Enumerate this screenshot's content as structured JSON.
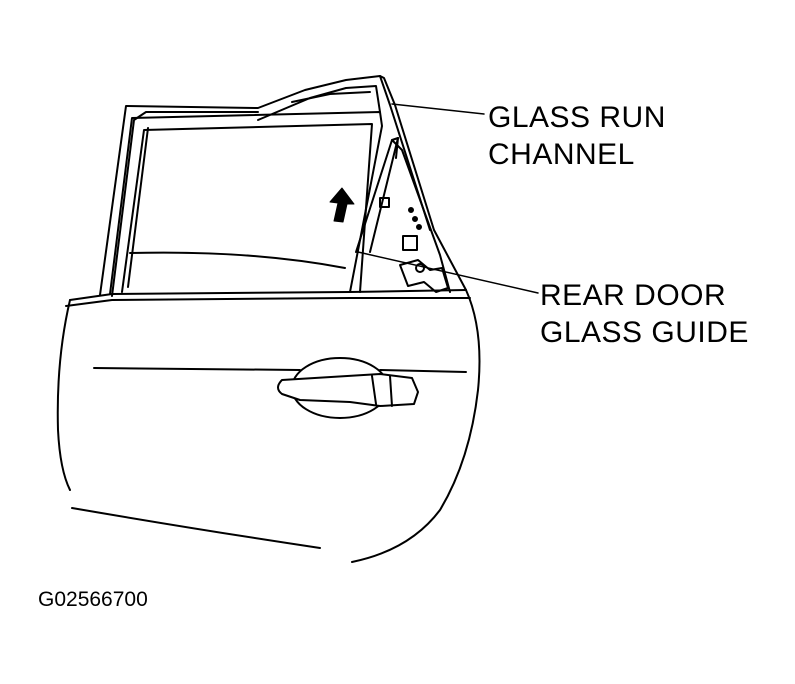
{
  "labels": {
    "glass_run_channel": [
      "GLASS RUN",
      "CHANNEL"
    ],
    "rear_door_glass_guide": [
      "REAR DOOR",
      "GLASS GUIDE"
    ]
  },
  "figure_code": "G02566700",
  "colors": {
    "line": "#000000",
    "background": "#ffffff"
  },
  "icons": {
    "direction_arrow": "arrow-up-icon"
  }
}
